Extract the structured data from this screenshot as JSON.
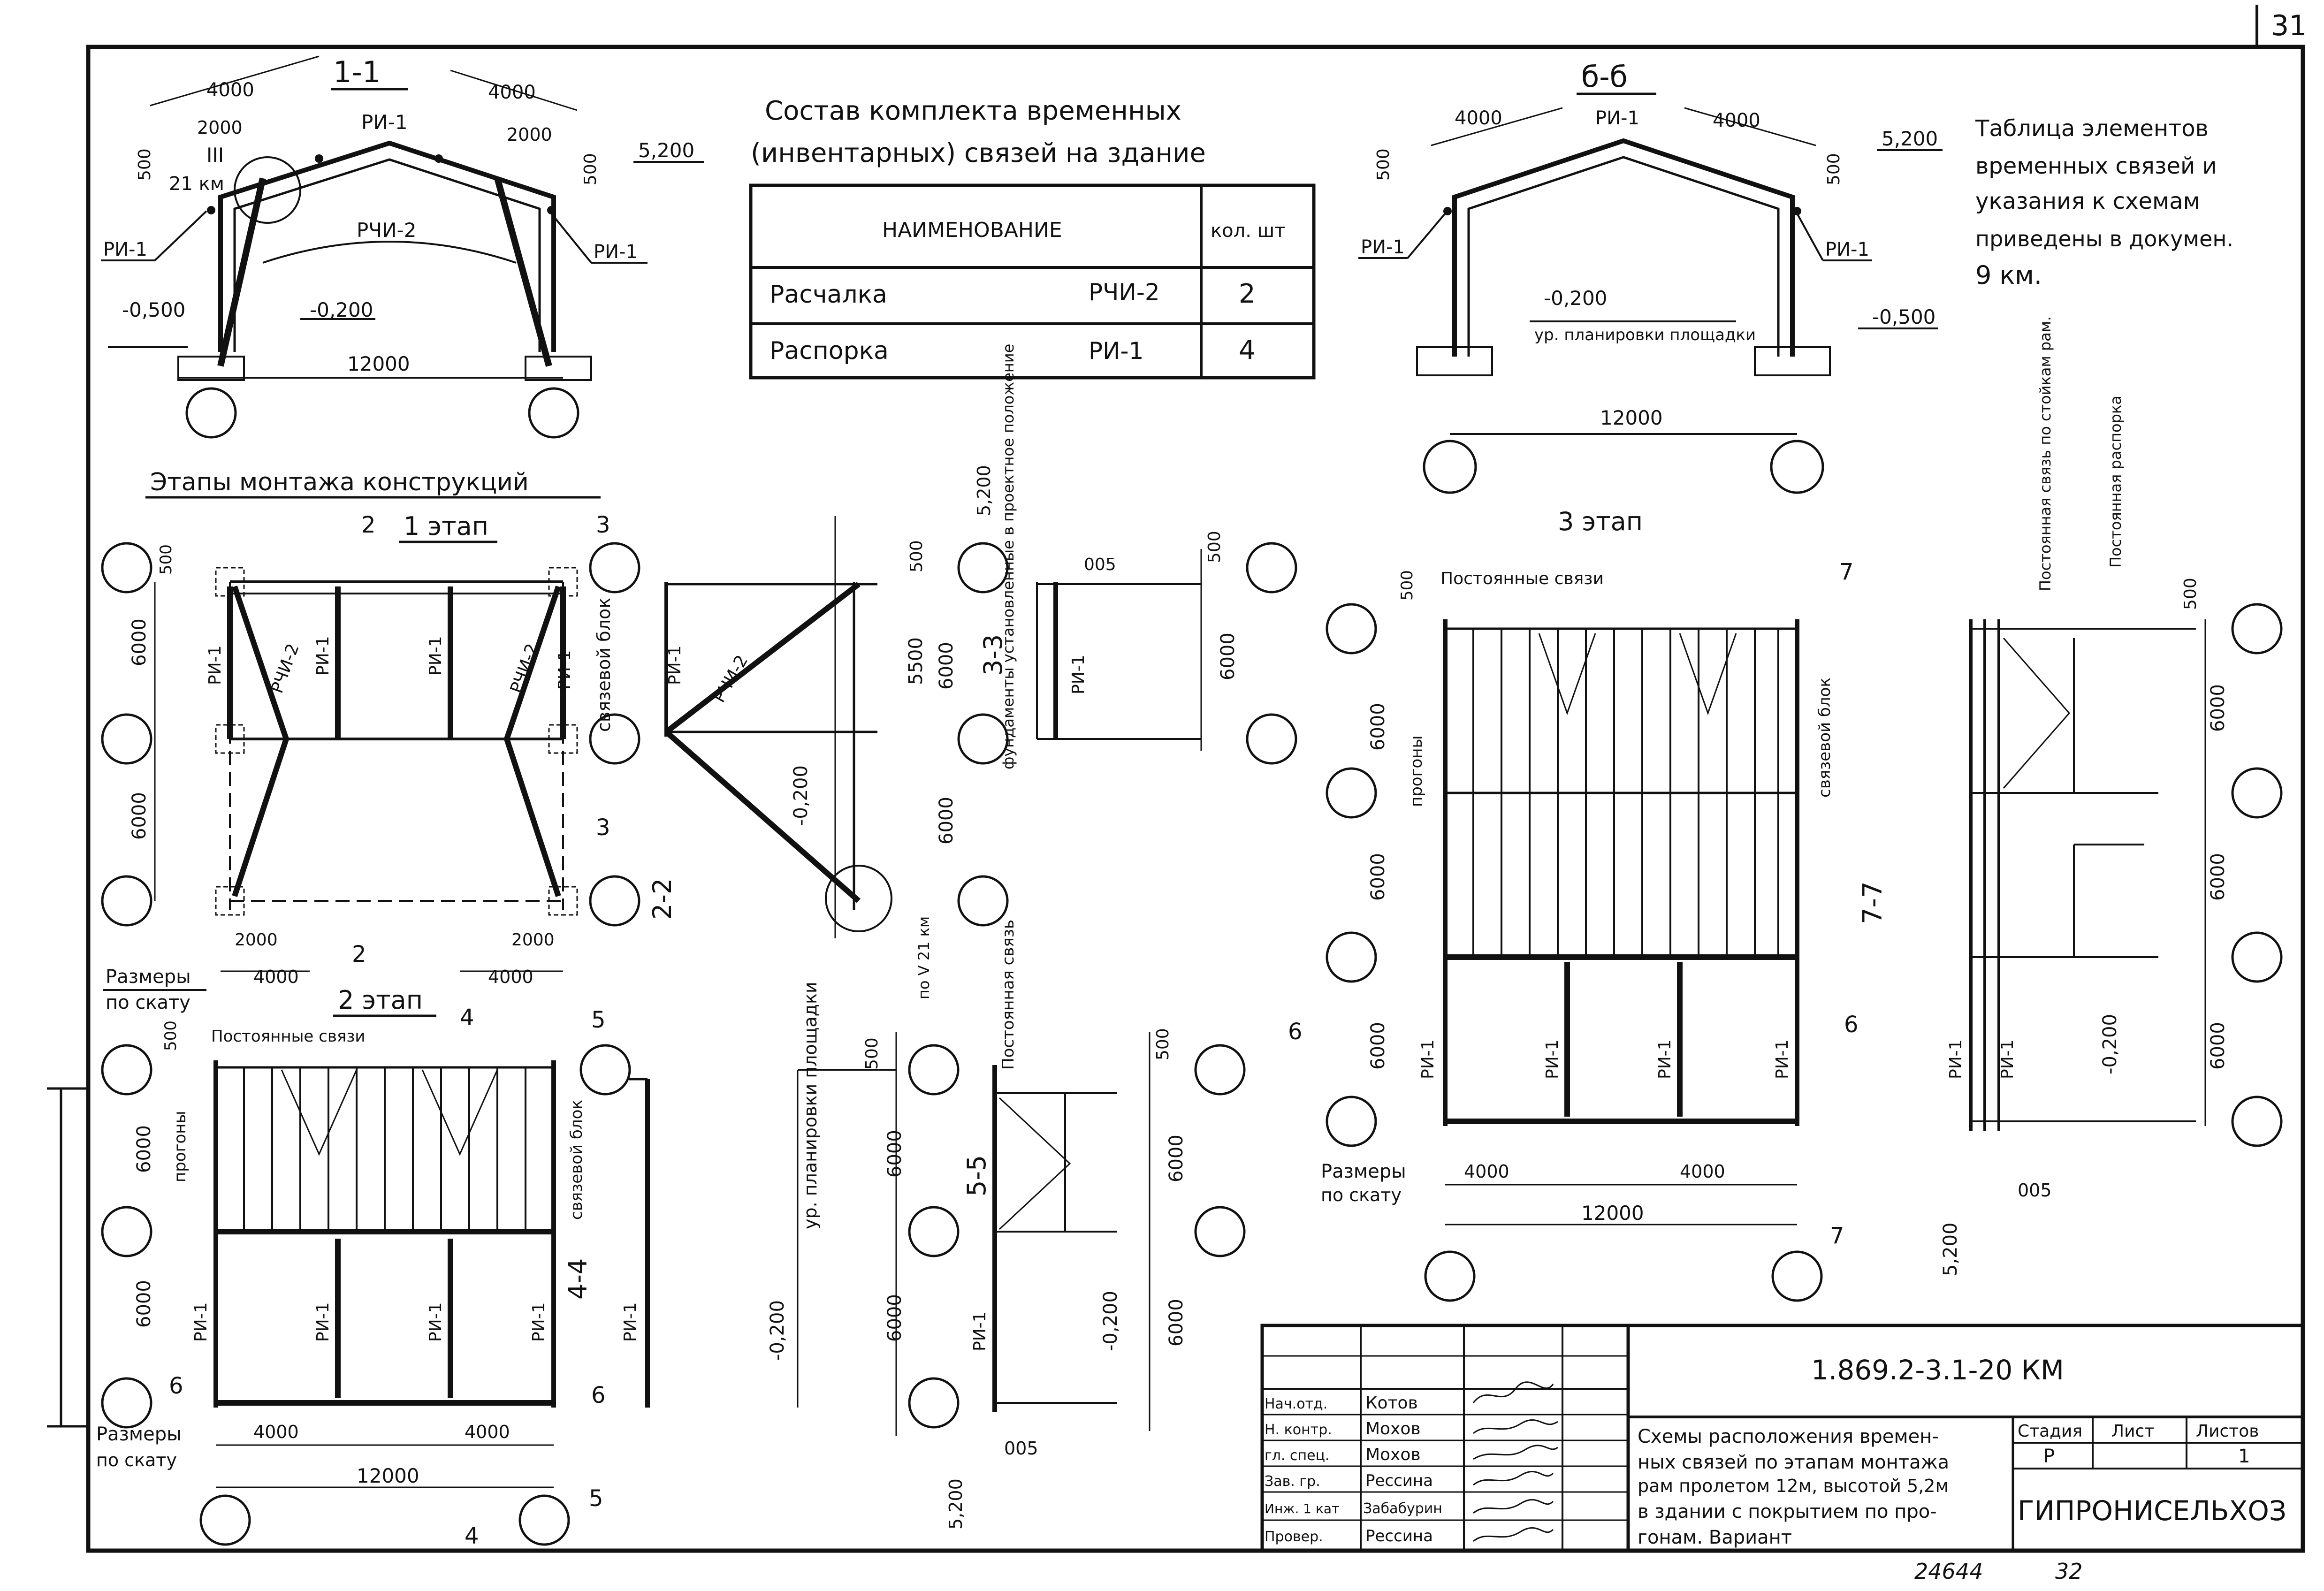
{
  "page_number": "31",
  "title_11": "1-1",
  "title_bb": "б-б",
  "ri1": "РИ-1",
  "rchi2": "РЧИ-2",
  "dim_2000": "2000",
  "dim_4000": "4000",
  "dim_500": "500",
  "dim_12000": "12000",
  "dim_6000": "6000",
  "dim_5500": "5500",
  "dim_005": "005",
  "el_5200": "5,200",
  "el_0500": "-0,500",
  "el_0200": "-0,200",
  "node_III": "III",
  "km21": "21 км",
  "ur_plan": "ур. планировки площадки",
  "kit": {
    "title_line1": "Состав комплекта временных",
    "title_line2": "(инвентарных) связей на здание",
    "col_name": "НАИМЕНОВАНИЕ",
    "col_qty": "кол. шт",
    "rows": [
      {
        "name": "Расчалка",
        "mark": "РЧИ-2",
        "qty": "2"
      },
      {
        "name": "Распорка",
        "mark": "РИ-1",
        "qty": "4"
      }
    ]
  },
  "note": [
    "Таблица элементов",
    "временных связей и",
    "указания к схемам",
    "приведены в докумен.",
    "9 км."
  ],
  "stages_heading": "Этапы монтажа конструкций",
  "stage1": "1 этап",
  "stage2": "2 этап",
  "stage3": "3 этап",
  "razmery": [
    "Размеры",
    "по скату"
  ],
  "svyaz_blok": "связевой блок",
  "progony": "прогоны",
  "post_svyazi": "Постоянные связи",
  "post_svyaz": "Постоянная связь",
  "post_svyaz_stoyk": "Постоянная связь по стойкам рам.",
  "post_rasporka": "Постоянная распорка",
  "fund_note": "фундаменты установленные в проектное положение",
  "node_V": "по V 21 км",
  "cuts": {
    "c22": "2-2",
    "c33": "3-3",
    "c44": "4-4",
    "c55": "5-5",
    "c77": "7-7"
  },
  "marks": [
    "2",
    "3",
    "4",
    "5",
    "6",
    "7"
  ],
  "title_block": {
    "doc_code": "1.869.2-3.1-20 КМ",
    "roles": [
      "Нач.отд.",
      "Н. контр.",
      "гл. спец.",
      "Зав. гр.",
      "Инж. 1 кат",
      "Провер."
    ],
    "names": [
      "Котов",
      "Мохов",
      "Мохов",
      "Рессина",
      "Забабурин",
      "Рессина"
    ],
    "description": [
      "Схемы расположения времен-",
      "ных связей по этапам монтажа",
      "рам пролетом 12м, высотой 5,2м",
      "в здании с покрытием по про-",
      "гонам.      Вариант"
    ],
    "stage_label": "Стадия",
    "sheet_label": "Лист",
    "sheets_label": "Листов",
    "stage_value": "Р",
    "sheets_value": "1",
    "org": "ГИПРОНИСЕЛЬХОЗ"
  },
  "inv_number": "24644",
  "footer_num": "32"
}
